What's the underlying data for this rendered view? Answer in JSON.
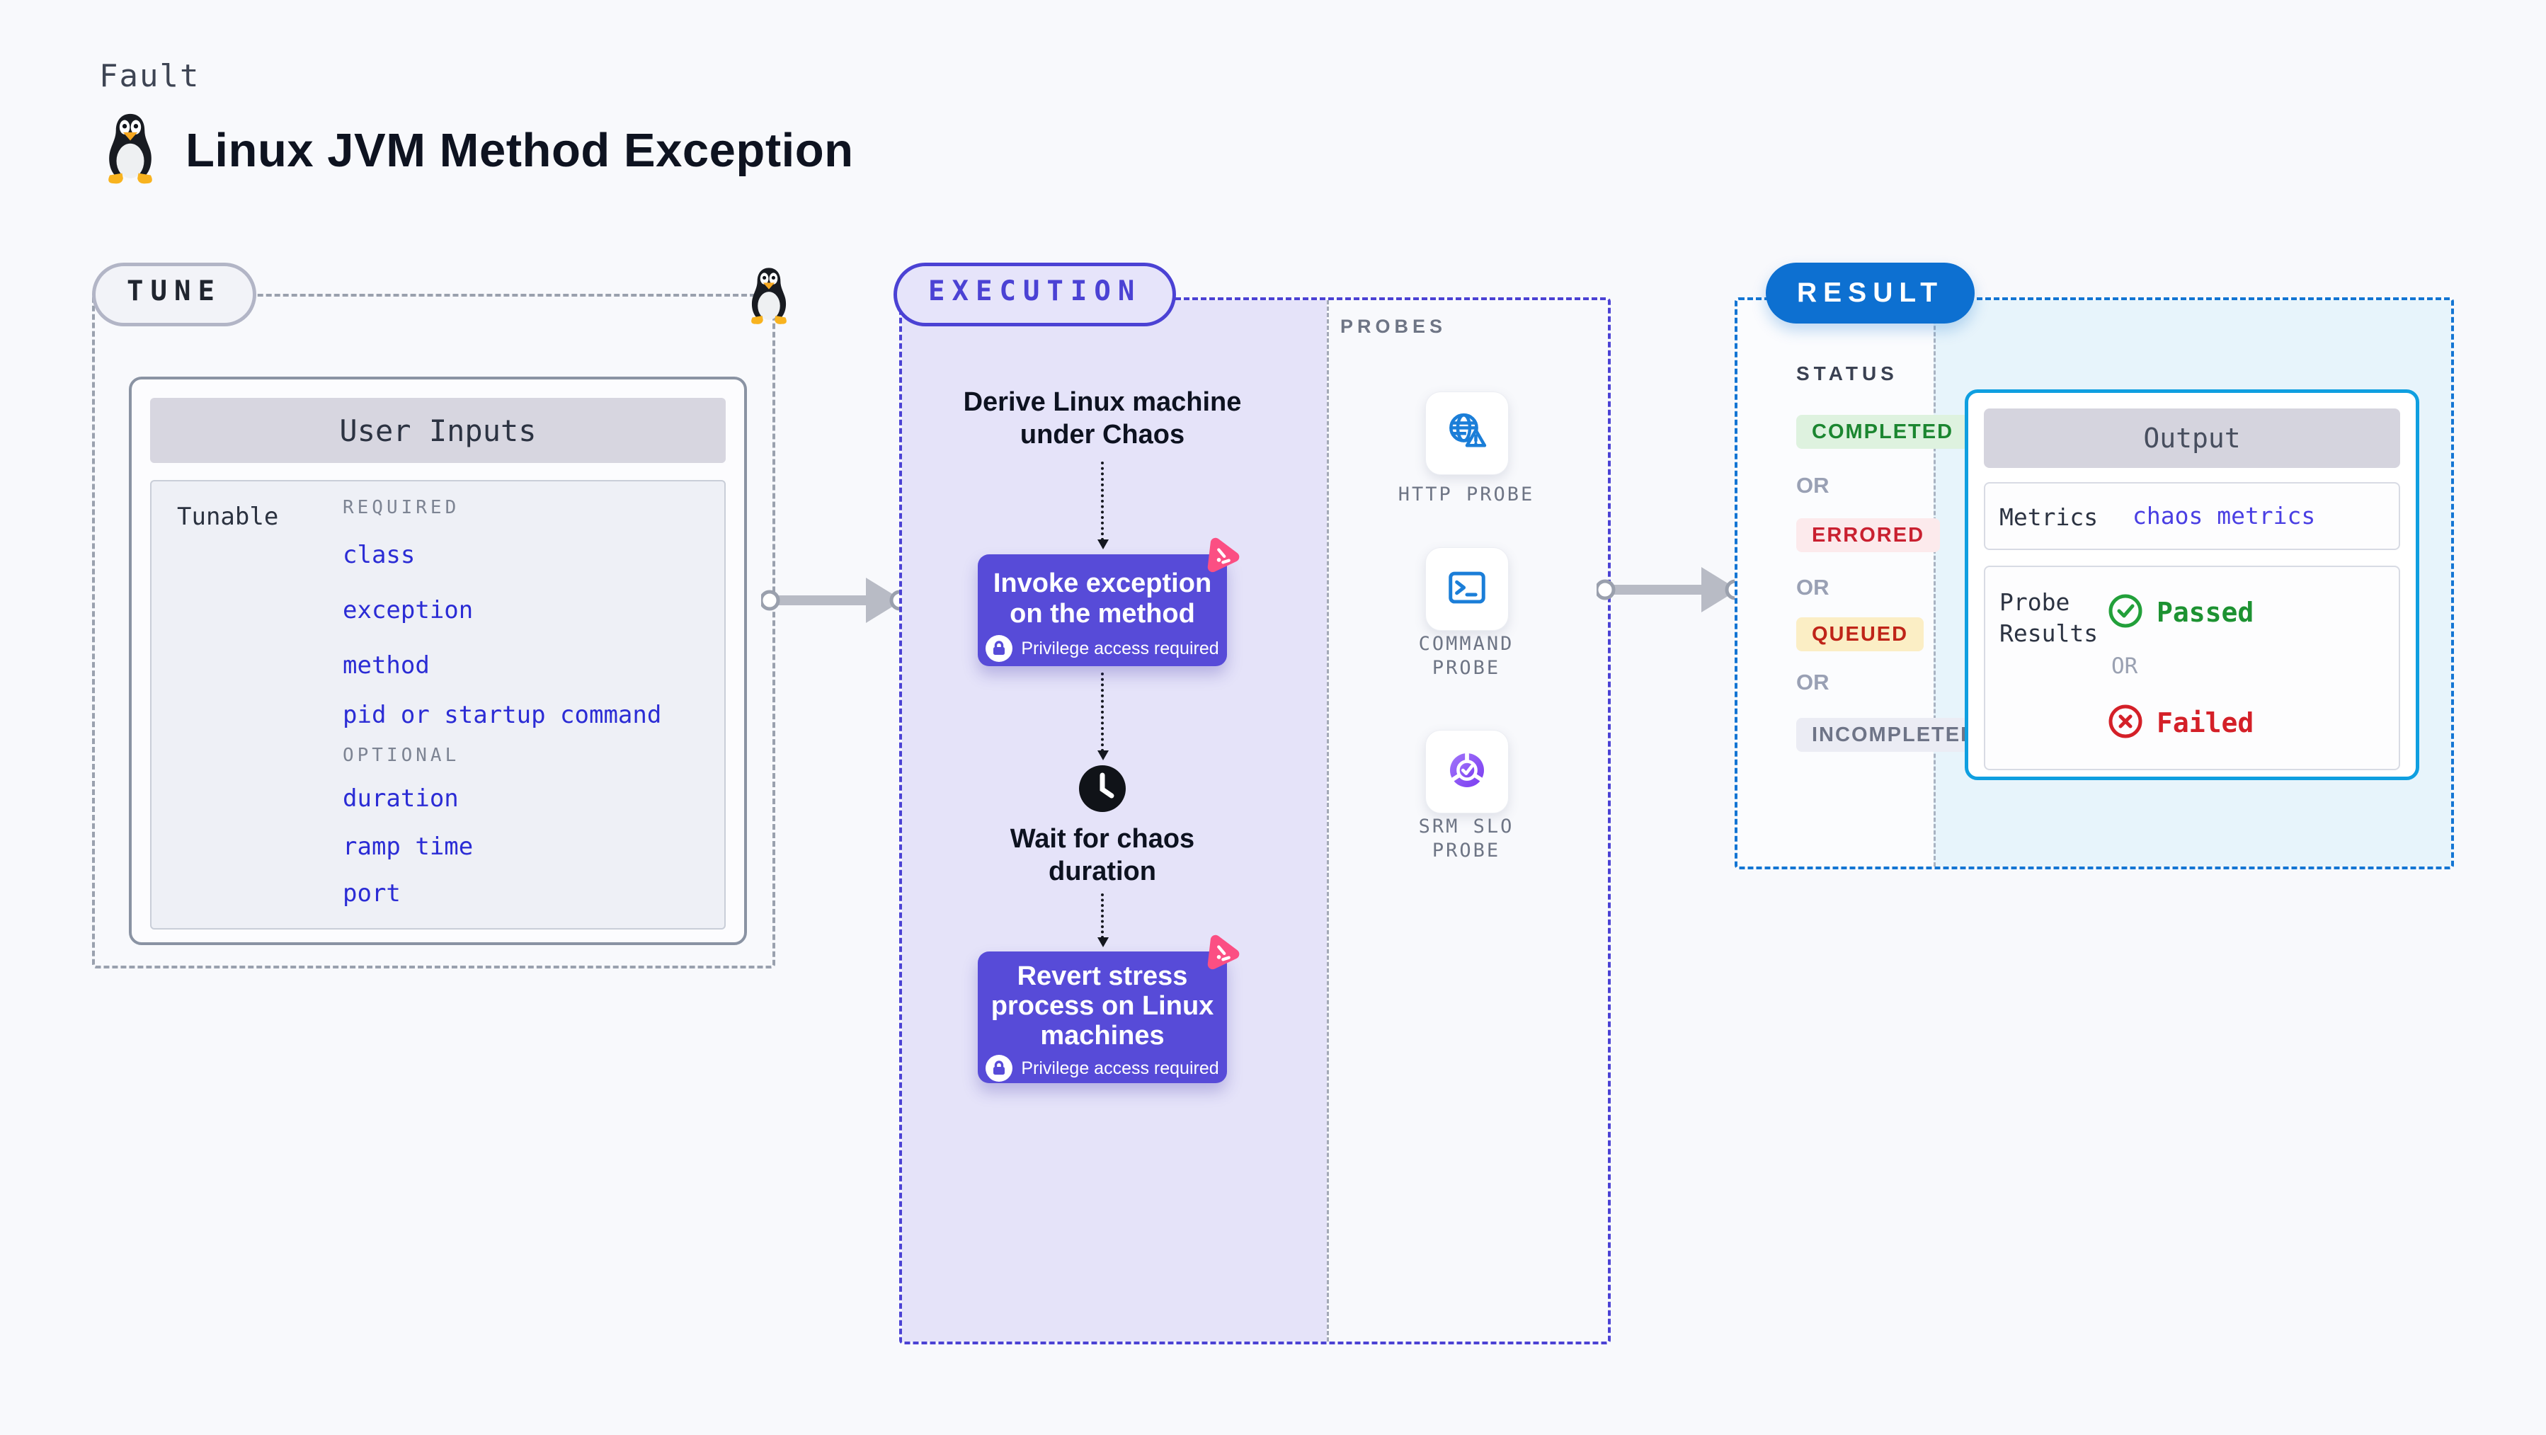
{
  "header": {
    "kicker": "Fault",
    "title": "Linux JVM Method Exception"
  },
  "tune": {
    "badge": "TUNE",
    "card_title": "User Inputs",
    "row_label": "Tunable",
    "required_label": "REQUIRED",
    "required_items": [
      "class",
      "exception",
      "method",
      "pid or startup command"
    ],
    "optional_label": "OPTIONAL",
    "optional_items": [
      "duration",
      "ramp time",
      "port"
    ]
  },
  "execution": {
    "badge": "EXECUTION",
    "derive_label": "Derive Linux machine\nunder Chaos",
    "invoke_label": "Invoke exception\non the method",
    "wait_label": "Wait for chaos\nduration",
    "revert_label": "Revert stress\nprocess on Linux\nmachines",
    "privilege_note": "Privilege access required"
  },
  "probes": {
    "panel_label": "PROBES",
    "items": [
      {
        "label": "HTTP PROBE",
        "icon": "globe-alert-icon"
      },
      {
        "label": "COMMAND\nPROBE",
        "icon": "terminal-icon"
      },
      {
        "label": "SRM SLO\nPROBE",
        "icon": "slo-pie-icon"
      }
    ]
  },
  "result": {
    "badge": "RESULT",
    "status_label": "STATUS",
    "or_label": "OR",
    "statuses": [
      "COMPLETED",
      "ERRORED",
      "QUEUED",
      "INCOMPLETED"
    ],
    "output": {
      "title": "Output",
      "metrics_label": "Metrics",
      "metrics_value": "chaos metrics",
      "probe_results_label": "Probe\nResults",
      "passed_label": "Passed",
      "or_label": "OR",
      "failed_label": "Failed"
    }
  },
  "colors": {
    "page_bg": "#f8f9fc",
    "tune_dash": "#9aa1ae",
    "execution_accent": "#4b42d4",
    "execution_fill": "#e5e3f9",
    "node_purple": "#574bd8",
    "chaos_pink": "#fb4f83",
    "link_blue": "#2b2cd5",
    "result_blue": "#0d70d1",
    "output_border_cyan": "#0f9fe0",
    "result_fill": "#e7f4fb",
    "completed_green": "#1b8630",
    "errored_red": "#c92030",
    "queued_yellow_bg": "#fbeec5",
    "passed_green": "#1d9232",
    "failed_red": "#d42028"
  }
}
